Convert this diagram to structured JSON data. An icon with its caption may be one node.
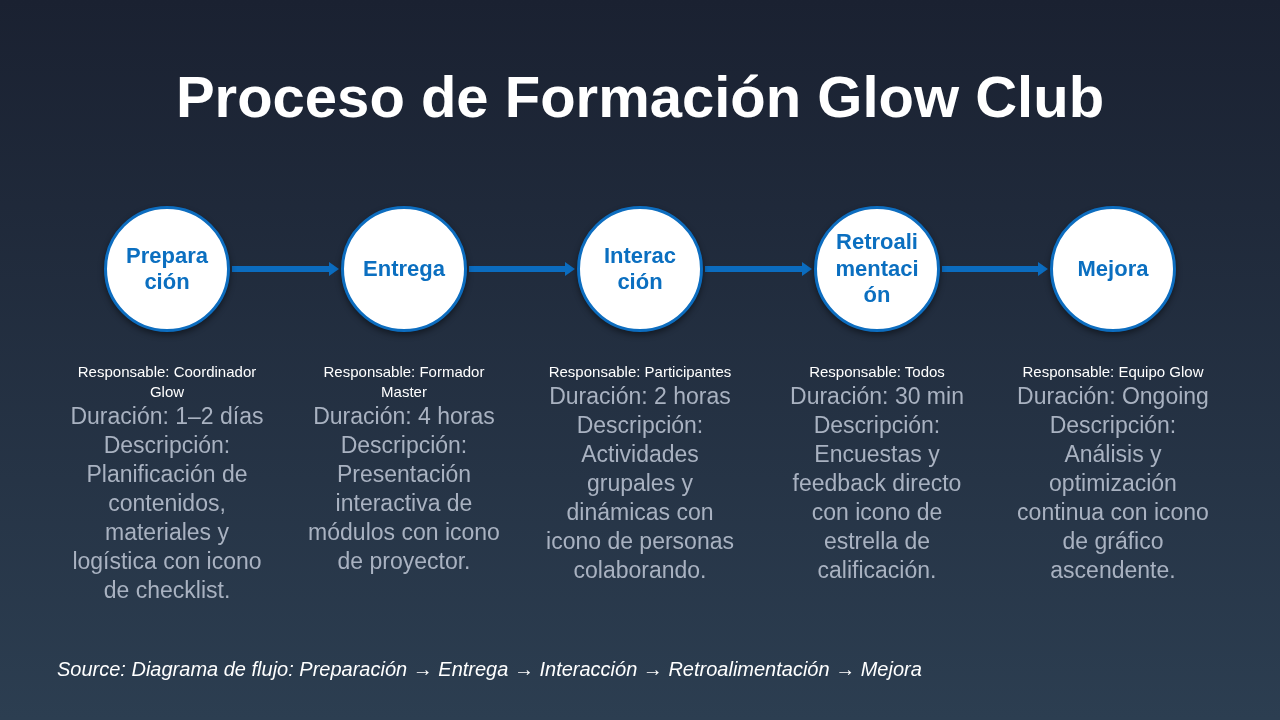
{
  "diagram": {
    "title": "Proceso de Formación Glow Club",
    "nodes": [
      {
        "text": [
          "Preparación"
        ],
        "beside": [
          "Responsable: Coordinador Glow",
          "Duración: 1–2 días",
          "Descripción: Planificación de contenidos, materiales y logística con icono de checklist."
        ]
      },
      {
        "text": [
          "Entrega"
        ],
        "beside": [
          "Responsable: Formador Master",
          "Duración: 4 horas",
          "Descripción: Presentación interactiva de módulos con icono de proyector."
        ]
      },
      {
        "text": [
          "Interacción"
        ],
        "beside": [
          "Responsable: Participantes",
          "Duración: 2 horas",
          "Descripción: Actividades grupales y dinámicas con icono de personas colaborando."
        ]
      },
      {
        "text": [
          "Retroalimentación"
        ],
        "beside": [
          "Responsable: Todos",
          "Duración: 30 min",
          "Descripción: Encuestas y feedback directo con icono de estrella de calificación."
        ]
      },
      {
        "text": [
          "Mejora"
        ],
        "beside": [
          "Responsable: Equipo Glow",
          "Duración: Ongoing",
          "Descripción: Análisis y optimización continua con icono de gráfico ascendente."
        ]
      }
    ],
    "edges": [
      {
        "from": 0,
        "to": 1,
        "arrow": "to"
      },
      {
        "from": 1,
        "to": 2,
        "arrow": "to"
      },
      {
        "from": 2,
        "to": 3,
        "arrow": "to"
      },
      {
        "from": 3,
        "to": 4,
        "arrow": "to"
      }
    ],
    "caption": "Source: Diagrama de flujo: Preparación → Entrega → Interacción → Retroalimentación → Mejora"
  }
}
